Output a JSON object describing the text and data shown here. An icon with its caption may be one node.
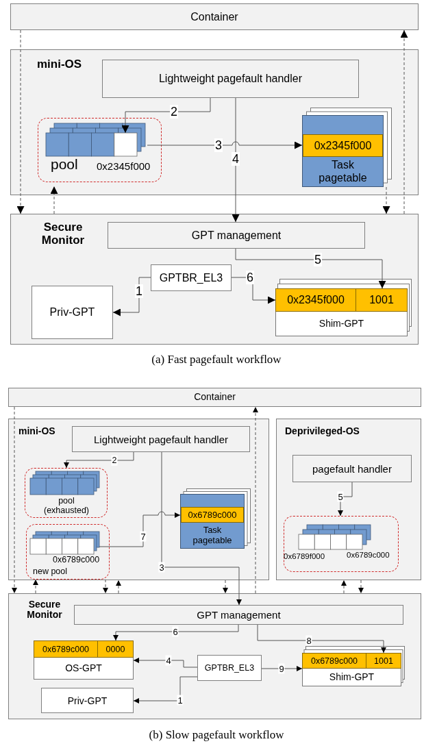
{
  "diagram": {
    "nodes": [
      {
        "text": [
          "Container"
        ]
      },
      {
        "text": [
          "mini-OS"
        ]
      },
      {
        "text": [
          "Lightweight pagefault handler"
        ],
        "in": 1
      },
      {
        "text": [
          "pool",
          "0x2345f000"
        ],
        "in": 1
      },
      {
        "text": [
          "0x2345f000",
          "Task pagetable"
        ],
        "in": 1
      },
      {
        "text": [
          "Secure Monitor"
        ]
      },
      {
        "text": [
          "GPT management"
        ],
        "in": 5
      },
      {
        "text": [
          "GPTBR_EL3"
        ],
        "in": 5
      },
      {
        "text": [
          "Priv-GPT"
        ],
        "in": 5
      },
      {
        "text": [
          "0x2345f000",
          "1001",
          "Shim-GPT"
        ],
        "in": 5
      },
      {
        "text": [
          "Container"
        ]
      },
      {
        "text": [
          "mini-OS"
        ]
      },
      {
        "text": [
          "Lightweight pagefault handler"
        ],
        "in": 11
      },
      {
        "text": [
          "pool (exhausted)"
        ],
        "in": 11
      },
      {
        "text": [
          "0x6789c000",
          "new pool"
        ],
        "in": 11
      },
      {
        "text": [
          "0x6789c000",
          "Task pagetable"
        ],
        "in": 11
      },
      {
        "text": [
          "Deprivileged-OS"
        ]
      },
      {
        "text": [
          "pagefault handler"
        ],
        "in": 16
      },
      {
        "text": [
          "0x6789f000",
          "0x6789c000"
        ],
        "in": 16
      },
      {
        "text": [
          "Secure Monitor"
        ]
      },
      {
        "text": [
          "GPT management"
        ],
        "in": 19
      },
      {
        "text": [
          "0x6789c000",
          "0000",
          "OS-GPT"
        ],
        "in": 19
      },
      {
        "text": [
          "GPTBR_EL3"
        ],
        "in": 19
      },
      {
        "text": [
          "0x6789c000",
          "1001",
          "Shim-GPT"
        ],
        "in": 19
      },
      {
        "text": [
          "Priv-GPT"
        ],
        "in": 19
      }
    ],
    "edges": [
      {
        "from": 2,
        "to": 3,
        "arrow": "to",
        "label": "2"
      },
      {
        "from": 3,
        "to": 4,
        "arrow": "to",
        "label": "3"
      },
      {
        "from": 2,
        "to": 6,
        "arrow": "to",
        "label": "4"
      },
      {
        "from": 6,
        "to": 9,
        "arrow": "to",
        "label": "5"
      },
      {
        "from": 7,
        "to": 9,
        "arrow": "to",
        "label": "6"
      },
      {
        "from": 7,
        "to": 8,
        "arrow": "to",
        "label": "1"
      },
      {
        "from": 0,
        "to": 5,
        "arrow": "to",
        "style": "dashed"
      },
      {
        "from": 5,
        "to": 3,
        "arrow": "to",
        "style": "dashed"
      },
      {
        "from": 4,
        "to": 5,
        "arrow": "to",
        "style": "dashed"
      },
      {
        "from": 5,
        "to": 0,
        "arrow": "to",
        "style": "dashed"
      },
      {
        "from": 12,
        "to": 13,
        "arrow": "to",
        "label": "2"
      },
      {
        "from": 14,
        "to": 15,
        "arrow": "to",
        "label": "7"
      },
      {
        "from": 12,
        "to": 20,
        "arrow": "to",
        "label": "3"
      },
      {
        "from": 17,
        "to": 18,
        "arrow": "to",
        "label": "5"
      },
      {
        "from": 20,
        "to": 21,
        "arrow": "to",
        "label": "6"
      },
      {
        "from": 20,
        "to": 23,
        "arrow": "to",
        "label": "8"
      },
      {
        "from": 22,
        "to": 21,
        "arrow": "to",
        "label": "4"
      },
      {
        "from": 22,
        "to": 23,
        "arrow": "to",
        "label": "9"
      },
      {
        "from": 22,
        "to": 24,
        "arrow": "to",
        "label": "1"
      },
      {
        "from": 10,
        "to": 19,
        "arrow": "to",
        "style": "dashed"
      },
      {
        "from": 19,
        "to": 14,
        "arrow": "to",
        "style": "dashed"
      },
      {
        "from": 14,
        "to": 19,
        "arrow": "to",
        "style": "dashed"
      },
      {
        "from": 19,
        "to": 11,
        "arrow": "to",
        "style": "dashed"
      },
      {
        "from": 11,
        "to": 19,
        "arrow": "to",
        "style": "dashed"
      },
      {
        "from": 19,
        "to": 10,
        "arrow": "to",
        "style": "dashed"
      },
      {
        "from": 19,
        "to": 16,
        "arrow": "to",
        "style": "dashed"
      },
      {
        "from": 16,
        "to": 19,
        "arrow": "to",
        "style": "dashed"
      }
    ],
    "labels": [
      "(a) Fast pagefault workflow",
      "(b) Slow pagefault workflow"
    ]
  }
}
